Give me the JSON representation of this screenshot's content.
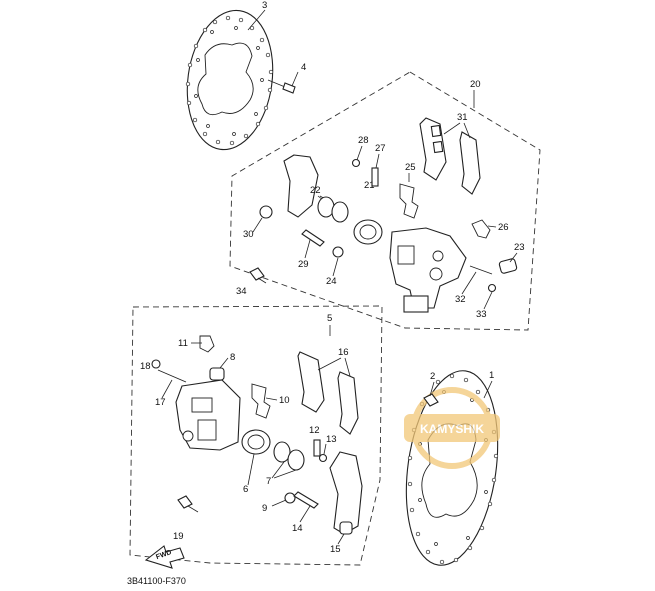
{
  "callouts": {
    "c1": "1",
    "c2": "2",
    "c3": "3",
    "c4": "4",
    "c5": "5",
    "c6": "6",
    "c7": "7",
    "c8": "8",
    "c9": "9",
    "c10": "10",
    "c11": "11",
    "c12": "12",
    "c13": "13",
    "c14": "14",
    "c15": "15",
    "c16": "16",
    "c17": "17",
    "c18": "18",
    "c19": "19",
    "c20": "20",
    "c21": "21",
    "c22": "22",
    "c23": "23",
    "c24": "24",
    "c25": "25",
    "c26": "26",
    "c27": "27",
    "c28": "28",
    "c29": "29",
    "c30": "30",
    "c31": "31",
    "c32": "32",
    "c33": "33",
    "c34": "34"
  },
  "arrow_label": "FWD",
  "figure_code": "3B41100-F370",
  "watermark": {
    "text": "KAMYSHIK",
    "color": "#f2c777"
  }
}
